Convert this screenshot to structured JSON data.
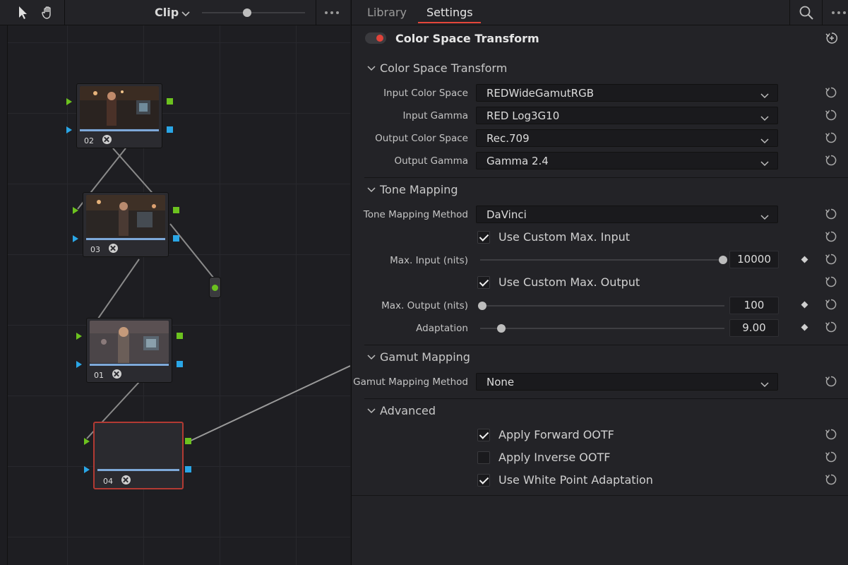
{
  "toolbar": {
    "clip_label": "Clip",
    "zoom_level": 0.44
  },
  "nodes": [
    {
      "id": "02",
      "label": "02"
    },
    {
      "id": "03",
      "label": "03"
    },
    {
      "id": "01",
      "label": "01"
    },
    {
      "id": "04",
      "label": "04",
      "selected": true
    }
  ],
  "tabs": {
    "library": "Library",
    "settings": "Settings",
    "active": "settings"
  },
  "effect": {
    "title": "Color Space Transform",
    "enabled": true
  },
  "sections": {
    "cst": {
      "title": "Color Space Transform",
      "input_color_space": {
        "label": "Input Color Space",
        "value": "REDWideGamutRGB"
      },
      "input_gamma": {
        "label": "Input Gamma",
        "value": "RED Log3G10"
      },
      "output_color_space": {
        "label": "Output Color Space",
        "value": "Rec.709"
      },
      "output_gamma": {
        "label": "Output Gamma",
        "value": "Gamma 2.4"
      }
    },
    "tone": {
      "title": "Tone Mapping",
      "method": {
        "label": "Tone Mapping Method",
        "value": "DaVinci"
      },
      "use_custom_max_input": {
        "label": "Use Custom Max. Input",
        "checked": true
      },
      "max_input": {
        "label": "Max. Input (nits)",
        "value": "10000",
        "level": 1.0
      },
      "use_custom_max_output": {
        "label": "Use Custom Max. Output",
        "checked": true
      },
      "max_output": {
        "label": "Max. Output (nits)",
        "value": "100",
        "level": 0.0
      },
      "adaptation": {
        "label": "Adaptation",
        "value": "9.00",
        "level": 0.08
      }
    },
    "gamut": {
      "title": "Gamut Mapping",
      "method": {
        "label": "Gamut Mapping Method",
        "value": "None"
      }
    },
    "advanced": {
      "title": "Advanced",
      "apply_forward_ootf": {
        "label": "Apply Forward OOTF",
        "checked": true
      },
      "apply_inverse_ootf": {
        "label": "Apply Inverse OOTF",
        "checked": false
      },
      "use_white_point_adaptation": {
        "label": "Use White Point Adaptation",
        "checked": true
      }
    }
  },
  "colors": {
    "accent_red": "#e3463a",
    "port_green": "#6cc21f",
    "port_blue": "#2aa6e6",
    "node_selected_border": "#b23a33"
  },
  "icons": [
    "pointer-icon",
    "hand-icon",
    "chevron-down-icon",
    "more-icon",
    "search-icon",
    "reset-icon",
    "keyframe-diamond-icon",
    "add-effect-icon"
  ]
}
